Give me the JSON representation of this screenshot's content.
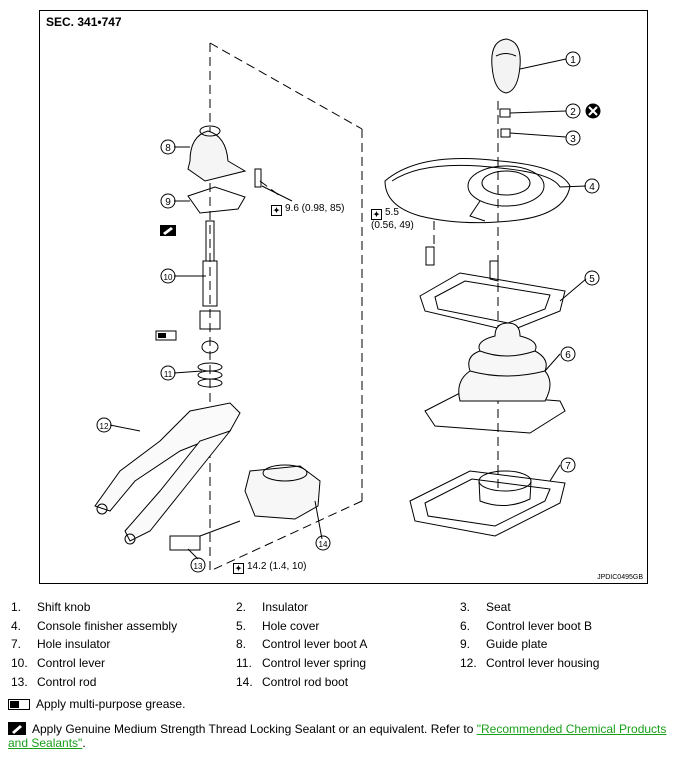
{
  "section_code": "SEC. 341•747",
  "figure_id": "JPDIC0495GB",
  "callouts": [
    "1",
    "2",
    "3",
    "4",
    "5",
    "6",
    "7",
    "8",
    "9",
    "10",
    "11",
    "12",
    "13",
    "14"
  ],
  "torques": {
    "t1": "9.6 (0.98, 85)",
    "t2_line1": "5.5",
    "t2_line2": "(0.56, 49)",
    "t3": "14.2 (1.4, 10)"
  },
  "legend": [
    {
      "num": "1.",
      "label": "Shift knob"
    },
    {
      "num": "2.",
      "label": "Insulator"
    },
    {
      "num": "3.",
      "label": "Seat"
    },
    {
      "num": "4.",
      "label": "Console finisher assembly"
    },
    {
      "num": "5.",
      "label": "Hole cover"
    },
    {
      "num": "6.",
      "label": "Control lever boot B"
    },
    {
      "num": "7.",
      "label": "Hole insulator"
    },
    {
      "num": "8.",
      "label": "Control lever boot A"
    },
    {
      "num": "9.",
      "label": "Guide plate"
    },
    {
      "num": "10.",
      "label": "Control lever"
    },
    {
      "num": "11.",
      "label": "Control lever spring"
    },
    {
      "num": "12.",
      "label": "Control lever housing"
    },
    {
      "num": "13.",
      "label": "Control rod"
    },
    {
      "num": "14.",
      "label": "Control rod boot"
    }
  ],
  "notes": {
    "grease": "Apply multi-purpose grease.",
    "sealant_text": "Apply Genuine Medium Strength Thread Locking Sealant or an equivalent. Refer to ",
    "sealant_link": "\"Recommended Chemical Products and Sealants\"",
    "sealant_end": "."
  }
}
